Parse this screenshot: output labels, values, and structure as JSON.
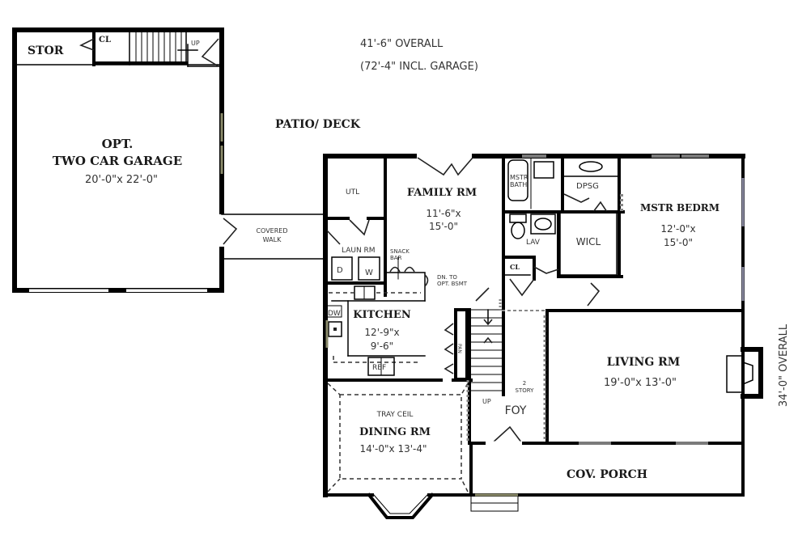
{
  "plan": {
    "overall_width": "41'-6\" OVERALL",
    "overall_width_incl_garage": "(72'-4\" INCL. GARAGE)",
    "overall_depth": "34'-0\" OVERALL",
    "patio": "PATIO/ DECK"
  },
  "rooms": {
    "garage": {
      "line1": "OPT.",
      "line2": "TWO CAR GARAGE",
      "dims": "20'-0\"x 22'-0\""
    },
    "stor": {
      "label": "STOR"
    },
    "garage_cl": {
      "label": "CL"
    },
    "garage_up": {
      "label": "UP"
    },
    "covered_walk": {
      "line1": "COVERED",
      "line2": "WALK"
    },
    "utl": {
      "label": "UTL"
    },
    "laun": {
      "label": "LAUN RM",
      "d": "D",
      "w": "W"
    },
    "family": {
      "label": "FAMILY RM",
      "dims1": "11'-6\"x",
      "dims2": "15'-0\""
    },
    "snack_bar": {
      "line1": "SNACK",
      "line2": "BAR"
    },
    "dn_to_opt_bsmt": {
      "line1": "DN. TO",
      "line2": "OPT. BSMT"
    },
    "mstr_bath": {
      "line1": "MSTR",
      "line2": "BATH"
    },
    "dpsg": {
      "label": "DPSG"
    },
    "lav": {
      "label": "LAV"
    },
    "wicl": {
      "label": "WICL"
    },
    "hall_cl": {
      "label": "CL"
    },
    "mstr_bedrm": {
      "label": "MSTR BEDRM",
      "dims1": "12'-0\"x",
      "dims2": "15'-0\""
    },
    "kitchen": {
      "label": "KITCHEN",
      "dims1": "12'-9\"x",
      "dims2": "9'-6\"",
      "dw": "DW",
      "ref": "REF"
    },
    "pan": {
      "label": "PAN"
    },
    "living": {
      "label": "LIVING RM",
      "dims": "19'-0\"x 13'-0\""
    },
    "dining": {
      "note": "TRAY CEIL",
      "label": "DINING RM",
      "dims": "14'-0\"x 13'-4\""
    },
    "foyer": {
      "note1": "2",
      "note2": "STORY",
      "label": "FOY",
      "up": "UP"
    },
    "porch": {
      "label": "COV. PORCH"
    }
  }
}
